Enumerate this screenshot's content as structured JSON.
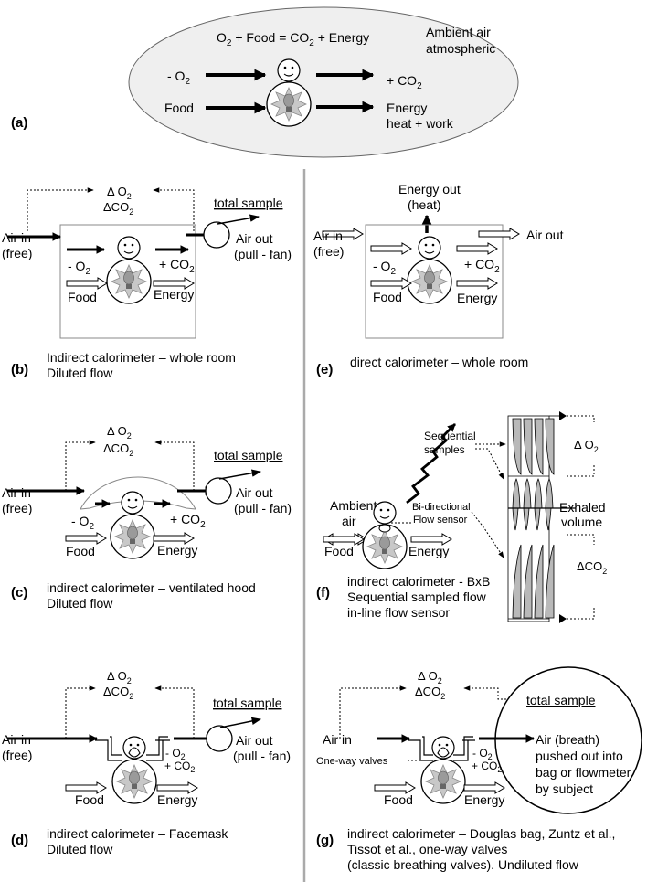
{
  "panel_a": {
    "letter": "(a)",
    "equation": {
      "o2": "O",
      "o2_sub": "2",
      "rest": " + Food = CO",
      "co2_sub": "2",
      "tail": " + Energy"
    },
    "ambient_line1": "Ambient air",
    "ambient_line2": "atmospheric",
    "minus_o2": "- O",
    "plus_co2": "+ CO",
    "sub2": "2",
    "food": "Food",
    "energy": "Energy",
    "heat_work": "heat + work"
  },
  "common": {
    "delta_o2": "Δ O",
    "delta_co2": "ΔCO",
    "sub2": "2",
    "total_sample": "total sample",
    "air_in": "Air in",
    "free": "(free)",
    "air_out": "Air out",
    "pull_fan": "(pull - fan)",
    "minus_o2": "- O",
    "plus_co2": "+ CO",
    "food": "Food",
    "energy": "Energy"
  },
  "panel_b": {
    "letter": "(b)",
    "line1": "Indirect calorimeter – whole room",
    "line2": "Diluted flow"
  },
  "panel_c": {
    "letter": "(c)",
    "line1": "indirect calorimeter – ventilated hood",
    "line2": "Diluted flow"
  },
  "panel_d": {
    "letter": "(d)",
    "line1": "indirect calorimeter – Facemask",
    "line2": "Diluted flow"
  },
  "panel_e": {
    "letter": "(e)",
    "line1": "direct calorimeter – whole room",
    "energy_out": "Energy out",
    "heat": "(heat)",
    "air_out": "Air out"
  },
  "panel_f": {
    "letter": "(f)",
    "line1": "indirect calorimeter - BxB",
    "line2": "Sequential sampled flow",
    "line3": "in-line flow sensor",
    "ambient": "Ambient",
    "air": "air",
    "sequential": "Sequential",
    "samples": "samples",
    "bidirectional": "Bi-directional",
    "flow_sensor": "Flow sensor",
    "exhaled": "Exhaled",
    "volume": "volume"
  },
  "panel_g": {
    "letter": "(g)",
    "line1": "indirect calorimeter –  Douglas bag, Zuntz et al.,",
    "line2": "Tissot et al., one-way valves",
    "line3": "(classic breathing valves). Undiluted flow",
    "one_way": "One-way valves",
    "bag1": "Air (breath)",
    "bag2": "pushed out into",
    "bag3": "bag or flowmeter",
    "bag4": "by subject"
  }
}
